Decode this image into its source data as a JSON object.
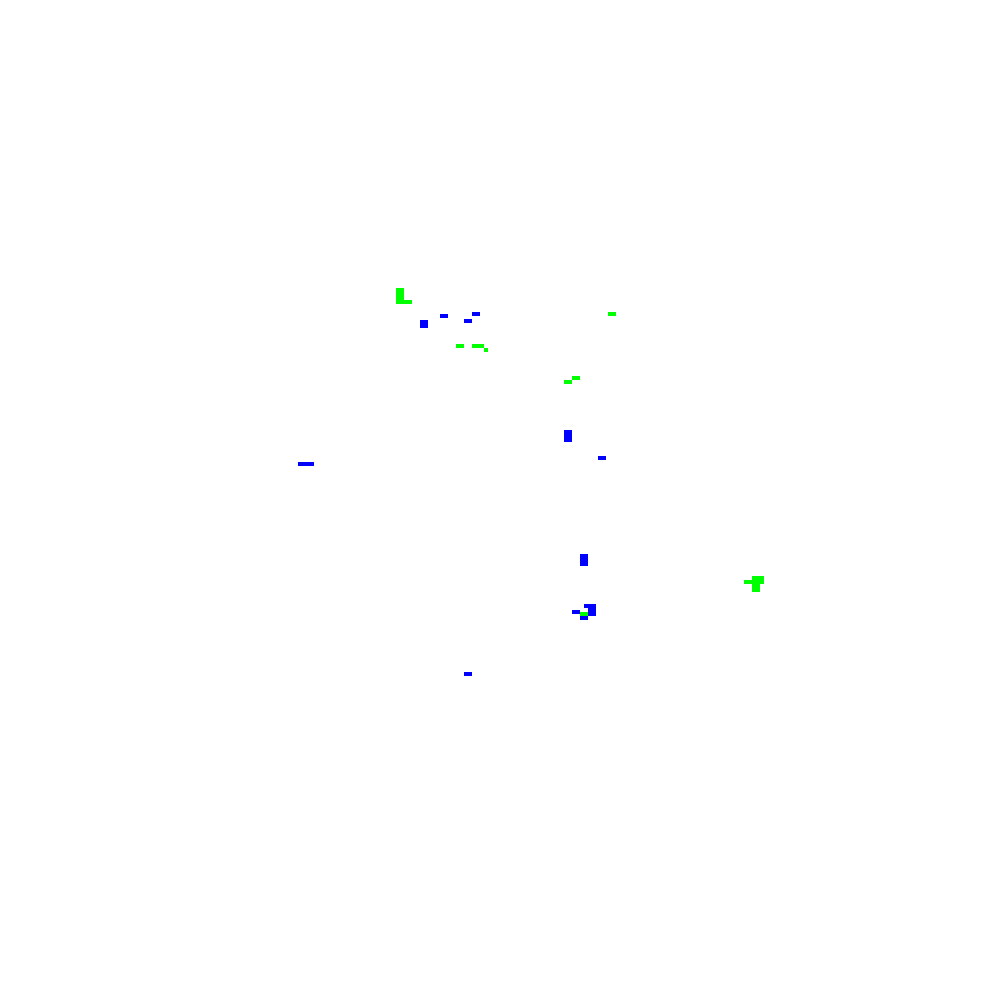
{
  "colors": {
    "background": "#ffffff",
    "green": "#00ff00",
    "blue": "#0000ff"
  },
  "green_cells": [
    [
      396,
      288
    ],
    [
      400,
      288
    ],
    [
      396,
      292
    ],
    [
      400,
      292
    ],
    [
      396,
      296
    ],
    [
      400,
      296
    ],
    [
      396,
      300
    ],
    [
      400,
      300
    ],
    [
      404,
      300
    ],
    [
      408,
      300
    ],
    [
      608,
      312
    ],
    [
      612,
      312
    ],
    [
      456,
      344
    ],
    [
      460,
      344
    ],
    [
      472,
      344
    ],
    [
      476,
      344
    ],
    [
      480,
      344
    ],
    [
      484,
      348
    ],
    [
      572,
      376
    ],
    [
      576,
      376
    ],
    [
      564,
      380
    ],
    [
      568,
      380
    ],
    [
      752,
      576
    ],
    [
      756,
      576
    ],
    [
      760,
      576
    ],
    [
      744,
      580
    ],
    [
      748,
      580
    ],
    [
      752,
      580
    ],
    [
      756,
      580
    ],
    [
      760,
      580
    ],
    [
      752,
      584
    ],
    [
      756,
      584
    ],
    [
      752,
      588
    ],
    [
      756,
      588
    ],
    [
      580,
      612
    ],
    [
      584,
      612
    ]
  ],
  "blue_cells": [
    [
      472,
      312
    ],
    [
      476,
      312
    ],
    [
      440,
      314
    ],
    [
      444,
      314
    ],
    [
      464,
      319
    ],
    [
      468,
      319
    ],
    [
      420,
      320
    ],
    [
      424,
      320
    ],
    [
      420,
      324
    ],
    [
      424,
      324
    ],
    [
      564,
      430
    ],
    [
      568,
      430
    ],
    [
      564,
      434
    ],
    [
      568,
      434
    ],
    [
      564,
      438
    ],
    [
      568,
      438
    ],
    [
      598,
      456
    ],
    [
      602,
      456
    ],
    [
      298,
      462
    ],
    [
      302,
      462
    ],
    [
      306,
      462
    ],
    [
      310,
      462
    ],
    [
      580,
      554
    ],
    [
      584,
      554
    ],
    [
      580,
      558
    ],
    [
      584,
      558
    ],
    [
      580,
      562
    ],
    [
      584,
      562
    ],
    [
      584,
      604
    ],
    [
      588,
      604
    ],
    [
      592,
      604
    ],
    [
      588,
      608
    ],
    [
      592,
      608
    ],
    [
      572,
      610
    ],
    [
      576,
      610
    ],
    [
      588,
      612
    ],
    [
      592,
      612
    ],
    [
      580,
      616
    ],
    [
      584,
      616
    ],
    [
      464,
      672
    ],
    [
      468,
      672
    ]
  ]
}
